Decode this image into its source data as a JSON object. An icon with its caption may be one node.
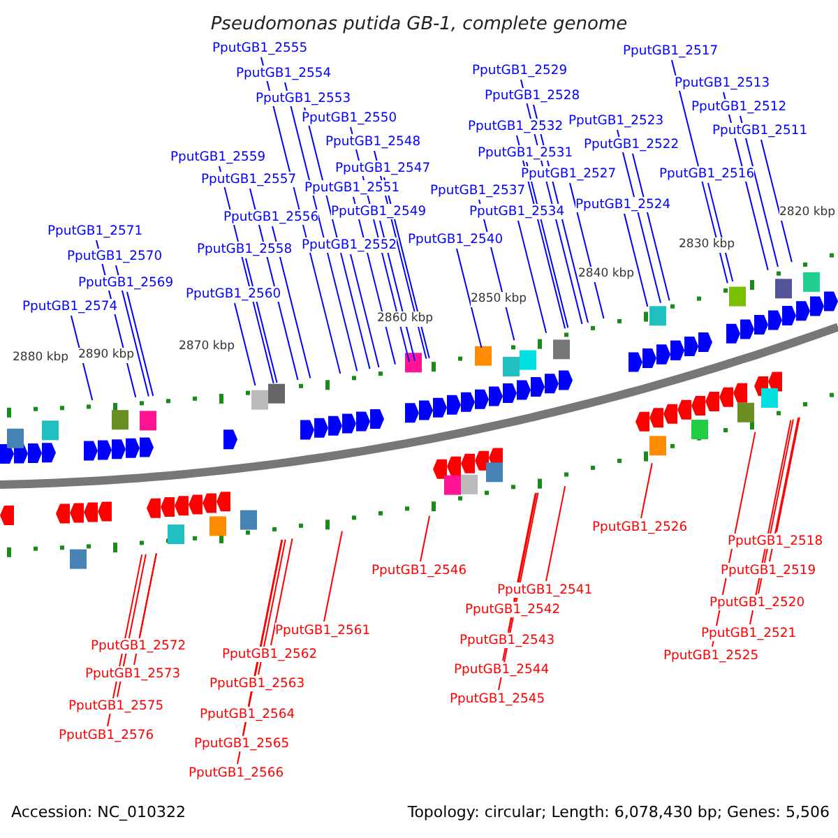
{
  "diagram": {
    "title": "Pseudomonas putida GB-1, complete genome",
    "nodes": [
      {
        "text": [
          "PputGB1_2555"
        ]
      },
      {
        "text": [
          "PputGB1_2554"
        ]
      },
      {
        "text": [
          "PputGB1_2553"
        ]
      },
      {
        "text": [
          "PputGB1_2550"
        ]
      },
      {
        "text": [
          "PputGB1_2548"
        ]
      },
      {
        "text": [
          "PputGB1_2547"
        ]
      },
      {
        "text": [
          "PputGB1_2551"
        ]
      },
      {
        "text": [
          "PputGB1_2549"
        ]
      },
      {
        "text": [
          "PputGB1_2559"
        ]
      },
      {
        "text": [
          "PputGB1_2557"
        ]
      },
      {
        "text": [
          "PputGB1_2556"
        ]
      },
      {
        "text": [
          "PputGB1_2558"
        ]
      },
      {
        "text": [
          "PputGB1_2552"
        ]
      },
      {
        "text": [
          "PputGB1_2560"
        ]
      },
      {
        "text": [
          "PputGB1_2571"
        ]
      },
      {
        "text": [
          "PputGB1_2570"
        ]
      },
      {
        "text": [
          "PputGB1_2569"
        ]
      },
      {
        "text": [
          "PputGB1_2574"
        ]
      },
      {
        "text": [
          "PputGB1_2529"
        ]
      },
      {
        "text": [
          "PputGB1_2528"
        ]
      },
      {
        "text": [
          "PputGB1_2532"
        ]
      },
      {
        "text": [
          "PputGB1_2531"
        ]
      },
      {
        "text": [
          "PputGB1_2537"
        ]
      },
      {
        "text": [
          "PputGB1_2534"
        ]
      },
      {
        "text": [
          "PputGB1_2540"
        ]
      },
      {
        "text": [
          "PputGB1_2527"
        ]
      },
      {
        "text": [
          "PputGB1_2523"
        ]
      },
      {
        "text": [
          "PputGB1_2522"
        ]
      },
      {
        "text": [
          "PputGB1_2524"
        ]
      },
      {
        "text": [
          "PputGB1_2517"
        ]
      },
      {
        "text": [
          "PputGB1_2513"
        ]
      },
      {
        "text": [
          "PputGB1_2512"
        ]
      },
      {
        "text": [
          "PputGB1_2511"
        ]
      },
      {
        "text": [
          "PputGB1_2516"
        ]
      },
      {
        "text": [
          "PputGB1_2526"
        ]
      },
      {
        "text": [
          "PputGB1_2518"
        ]
      },
      {
        "text": [
          "PputGB1_2519"
        ]
      },
      {
        "text": [
          "PputGB1_2520"
        ]
      },
      {
        "text": [
          "PputGB1_2521"
        ]
      },
      {
        "text": [
          "PputGB1_2525"
        ]
      },
      {
        "text": [
          "PputGB1_2546"
        ]
      },
      {
        "text": [
          "PputGB1_2541"
        ]
      },
      {
        "text": [
          "PputGB1_2542"
        ]
      },
      {
        "text": [
          "PputGB1_2543"
        ]
      },
      {
        "text": [
          "PputGB1_2544"
        ]
      },
      {
        "text": [
          "PputGB1_2545"
        ]
      },
      {
        "text": [
          "PputGB1_2561"
        ]
      },
      {
        "text": [
          "PputGB1_2562"
        ]
      },
      {
        "text": [
          "PputGB1_2563"
        ]
      },
      {
        "text": [
          "PputGB1_2564"
        ]
      },
      {
        "text": [
          "PputGB1_2565"
        ]
      },
      {
        "text": [
          "PputGB1_2566"
        ]
      },
      {
        "text": [
          "PputGB1_2572"
        ]
      },
      {
        "text": [
          "PputGB1_2573"
        ]
      },
      {
        "text": [
          "PputGB1_2575"
        ]
      },
      {
        "text": [
          "PputGB1_2576"
        ]
      }
    ],
    "edges": [
      {
        "from": 0,
        "to": null,
        "arrow": "none"
      },
      {
        "from": 1,
        "to": null,
        "arrow": "none"
      },
      {
        "from": 2,
        "to": null,
        "arrow": "none"
      },
      {
        "from": 3,
        "to": null,
        "arrow": "none"
      },
      {
        "from": 4,
        "to": null,
        "arrow": "none"
      },
      {
        "from": 5,
        "to": null,
        "arrow": "none"
      },
      {
        "from": 6,
        "to": null,
        "arrow": "none"
      },
      {
        "from": 7,
        "to": null,
        "arrow": "none"
      },
      {
        "from": 8,
        "to": null,
        "arrow": "none"
      },
      {
        "from": 9,
        "to": null,
        "arrow": "none"
      },
      {
        "from": 10,
        "to": null,
        "arrow": "none"
      },
      {
        "from": 11,
        "to": null,
        "arrow": "none"
      },
      {
        "from": 12,
        "to": null,
        "arrow": "none"
      },
      {
        "from": 13,
        "to": null,
        "arrow": "none"
      },
      {
        "from": 14,
        "to": null,
        "arrow": "none"
      },
      {
        "from": 15,
        "to": null,
        "arrow": "none"
      },
      {
        "from": 16,
        "to": null,
        "arrow": "none"
      },
      {
        "from": 17,
        "to": null,
        "arrow": "none"
      },
      {
        "from": 18,
        "to": null,
        "arrow": "none"
      },
      {
        "from": 19,
        "to": null,
        "arrow": "none"
      },
      {
        "from": 20,
        "to": null,
        "arrow": "none"
      },
      {
        "from": 21,
        "to": null,
        "arrow": "none"
      },
      {
        "from": 22,
        "to": null,
        "arrow": "none"
      },
      {
        "from": 23,
        "to": null,
        "arrow": "none"
      },
      {
        "from": 24,
        "to": null,
        "arrow": "none"
      },
      {
        "from": 25,
        "to": null,
        "arrow": "none"
      },
      {
        "from": 26,
        "to": null,
        "arrow": "none"
      },
      {
        "from": 27,
        "to": null,
        "arrow": "none"
      },
      {
        "from": 28,
        "to": null,
        "arrow": "none"
      },
      {
        "from": 29,
        "to": null,
        "arrow": "none"
      },
      {
        "from": 30,
        "to": null,
        "arrow": "none"
      },
      {
        "from": 31,
        "to": null,
        "arrow": "none"
      },
      {
        "from": 32,
        "to": null,
        "arrow": "none"
      },
      {
        "from": 33,
        "to": null,
        "arrow": "none"
      },
      {
        "from": 34,
        "to": null,
        "arrow": "none",
        "color": "#ff0000"
      },
      {
        "from": 35,
        "to": null,
        "arrow": "none",
        "color": "#ff0000"
      },
      {
        "from": 36,
        "to": null,
        "arrow": "none",
        "color": "#ff0000"
      },
      {
        "from": 37,
        "to": null,
        "arrow": "none",
        "color": "#ff0000"
      },
      {
        "from": 38,
        "to": null,
        "arrow": "none",
        "color": "#ff0000"
      },
      {
        "from": 39,
        "to": null,
        "arrow": "none",
        "color": "#ff0000"
      },
      {
        "from": 40,
        "to": null,
        "arrow": "none",
        "color": "#ff0000"
      },
      {
        "from": 41,
        "to": null,
        "arrow": "none",
        "color": "#ff0000"
      },
      {
        "from": 42,
        "to": null,
        "arrow": "none",
        "color": "#ff0000"
      },
      {
        "from": 43,
        "to": null,
        "arrow": "none",
        "color": "#ff0000"
      },
      {
        "from": 44,
        "to": null,
        "arrow": "none",
        "color": "#ff0000"
      },
      {
        "from": 45,
        "to": null,
        "arrow": "none",
        "color": "#ff0000"
      },
      {
        "from": 46,
        "to": null,
        "arrow": "none",
        "color": "#ff0000"
      },
      {
        "from": 47,
        "to": null,
        "arrow": "none",
        "color": "#ff0000"
      },
      {
        "from": 48,
        "to": null,
        "arrow": "none",
        "color": "#ff0000"
      },
      {
        "from": 49,
        "to": null,
        "arrow": "none",
        "color": "#ff0000"
      },
      {
        "from": 50,
        "to": null,
        "arrow": "none",
        "color": "#ff0000"
      },
      {
        "from": 51,
        "to": null,
        "arrow": "none",
        "color": "#ff0000"
      },
      {
        "from": 52,
        "to": null,
        "arrow": "none",
        "color": "#ff0000"
      },
      {
        "from": 53,
        "to": null,
        "arrow": "none",
        "color": "#ff0000"
      },
      {
        "from": 54,
        "to": null,
        "arrow": "none",
        "color": "#ff0000"
      },
      {
        "from": 55,
        "to": null,
        "arrow": "none",
        "color": "#ff0000"
      }
    ],
    "labels": [
      "2820 kbp",
      "2830 kbp",
      "2840 kbp",
      "2850 kbp",
      "2860 kbp",
      "2870 kbp",
      "2880 kbp",
      "2890 kbp",
      "Accession: NC_010322",
      "Topology: circular; Length: 6,078,430 bp; Genes: 5,506"
    ]
  }
}
